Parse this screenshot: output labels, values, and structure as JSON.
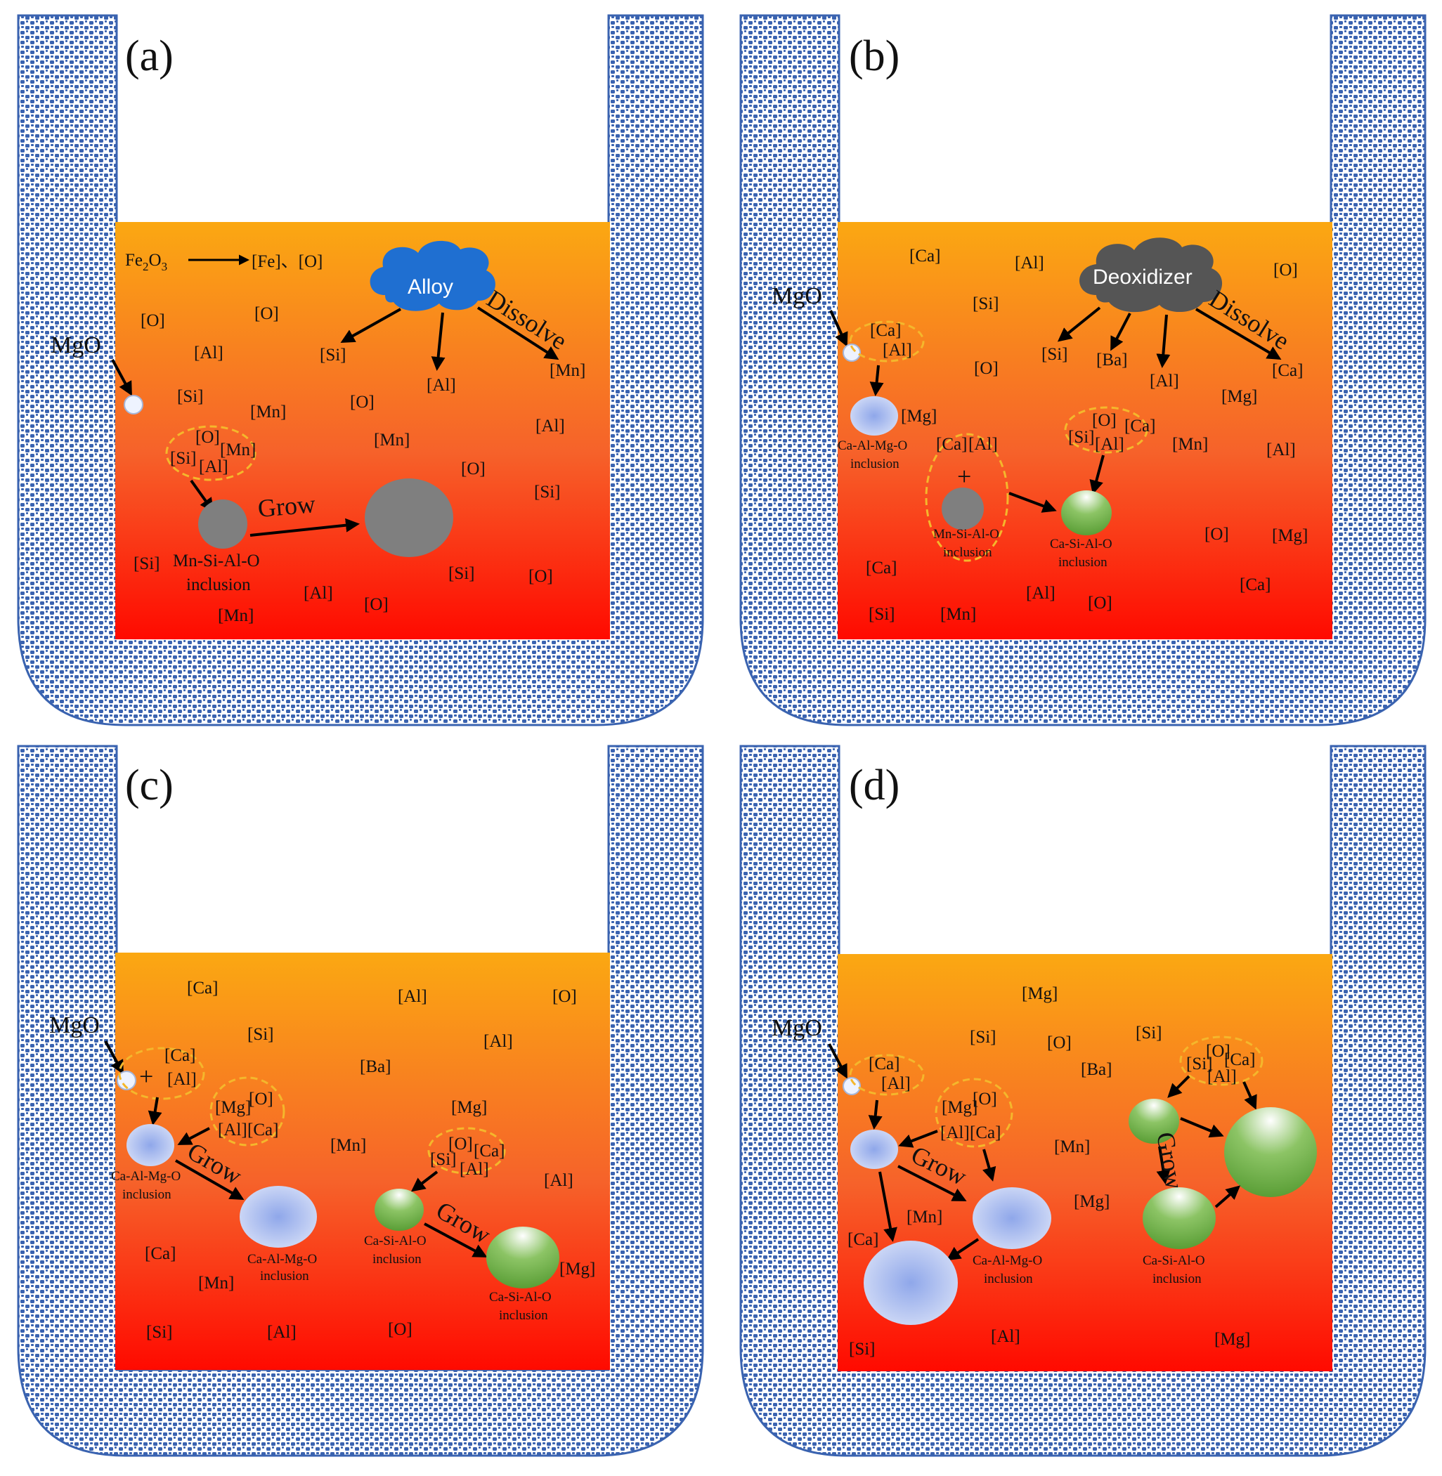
{
  "panels": [
    {
      "label": "(a)",
      "mgo": "MgO",
      "reaction": {
        "reactant": "Fe",
        "reactant_sub": "2",
        "reactant_tail": "O",
        "reactant_sub2": "3",
        "products": "[Fe]、[O]"
      },
      "source": {
        "kind": "alloy",
        "label": "Alloy",
        "color": "#1f6fd1"
      },
      "dissolve": "Dissolve",
      "source_products": [
        "[Si]",
        "[Al]",
        "[Mn]"
      ],
      "grow": "Grow",
      "inclusion": {
        "line1": "Mn-Si-Al-O",
        "line2": "inclusion"
      },
      "cluster": [
        "[O]",
        "[Mn]",
        "[Si]",
        "[Al]"
      ],
      "elements": [
        "[O]",
        "[O]",
        "[Al]",
        "[Si]",
        "[Mn]",
        "[O]",
        "[Mn]",
        "[O]",
        "[Al]",
        "[Si]",
        "[Si]",
        "[Al]",
        "[Mn]",
        "[O]",
        "[Si]",
        "[O]"
      ]
    },
    {
      "label": "(b)",
      "mgo": "MgO",
      "source": {
        "kind": "deoxidizer",
        "label": "Deoxidizer",
        "color": "#555555"
      },
      "dissolve": "Dissolve",
      "source_products": [
        "[Si]",
        "[Ba]",
        "[Al]",
        "[Ca]"
      ],
      "cluster_mgo": [
        "[Ca]",
        "[Al]"
      ],
      "cluster_mn": [
        "[Ca]",
        "[Al]"
      ],
      "cluster_ca": [
        "[O]",
        "[Ca]",
        "[Si]",
        "[Al]"
      ],
      "plus": "+",
      "inclusion_mg": {
        "line1": "Ca-Al-Mg-O",
        "line2": "inclusion"
      },
      "inclusion_mn": {
        "line1": "Mn-Si-Al-O",
        "line2": "inclusion"
      },
      "inclusion_ca": {
        "line1": "Ca-Si-Al-O",
        "line2": "inclusion"
      },
      "elements": [
        "[Ca]",
        "[Al]",
        "[O]",
        "[Si]",
        "[O]",
        "[Mg]",
        "[Mg]",
        "[Mn]",
        "[Al]",
        "[O]",
        "[Mg]",
        "[Ca]",
        "[Ca]",
        "[Al]",
        "[O]",
        "[Si]",
        "[Mn]"
      ]
    },
    {
      "label": "(c)",
      "mgo": "MgO",
      "plus": "+",
      "grow": "Grow",
      "cluster_mgo": [
        "[Ca]",
        "[Al]"
      ],
      "cluster_mg": [
        "[Mg]",
        "[O]",
        "[Al]",
        "[Ca]"
      ],
      "cluster_ca": [
        "[O]",
        "[Ca]",
        "[Si]",
        "[Al]"
      ],
      "inclusion_mg_small": {
        "line1": "Ca-Al-Mg-O",
        "line2": "inclusion"
      },
      "inclusion_mg_big": {
        "line1": "Ca-Al-Mg-O",
        "line2": "inclusion"
      },
      "inclusion_ca_small": {
        "line1": "Ca-Si-Al-O",
        "line2": "inclusion"
      },
      "inclusion_ca_big": {
        "line1": "Ca-Si-Al-O",
        "line2": "inclusion"
      },
      "elements": [
        "[Ca]",
        "[Al]",
        "[O]",
        "[Si]",
        "[Al]",
        "[Ba]",
        "[Mg]",
        "[Mn]",
        "[Al]",
        "[Ca]",
        "[Mn]",
        "[Mg]",
        "[Si]",
        "[Al]",
        "[O]"
      ]
    },
    {
      "label": "(d)",
      "mgo": "MgO",
      "grow": "Grow",
      "cluster_mgo": [
        "[Ca]",
        "[Al]"
      ],
      "cluster_mg": [
        "[Mg]",
        "[O]",
        "[Al]",
        "[Ca]"
      ],
      "cluster_ca": [
        "[O]",
        "[Si]",
        "[Ca]",
        "[Al]"
      ],
      "inclusion_mg": {
        "line1": "Ca-Al-Mg-O",
        "line2": "inclusion"
      },
      "inclusion_ca": {
        "line1": "Ca-Si-Al-O",
        "line2": "inclusion"
      },
      "elements": [
        "[Mg]",
        "[Si]",
        "[O]",
        "[Si]",
        "[Ba]",
        "[Mn]",
        "[Mn]",
        "[Mg]",
        "[Ca]",
        "[Si]",
        "[Al]",
        "[Mg]"
      ]
    }
  ],
  "colors": {
    "lining": "#3a63b0",
    "melt_top": "#fba812",
    "melt_bottom": "#ff0a00",
    "dash": "#f4b72c",
    "mn_inclusion": "#7f7f7f",
    "mg_inclusion": "#b9c7ee",
    "ca_inclusion": "#62a93d"
  }
}
